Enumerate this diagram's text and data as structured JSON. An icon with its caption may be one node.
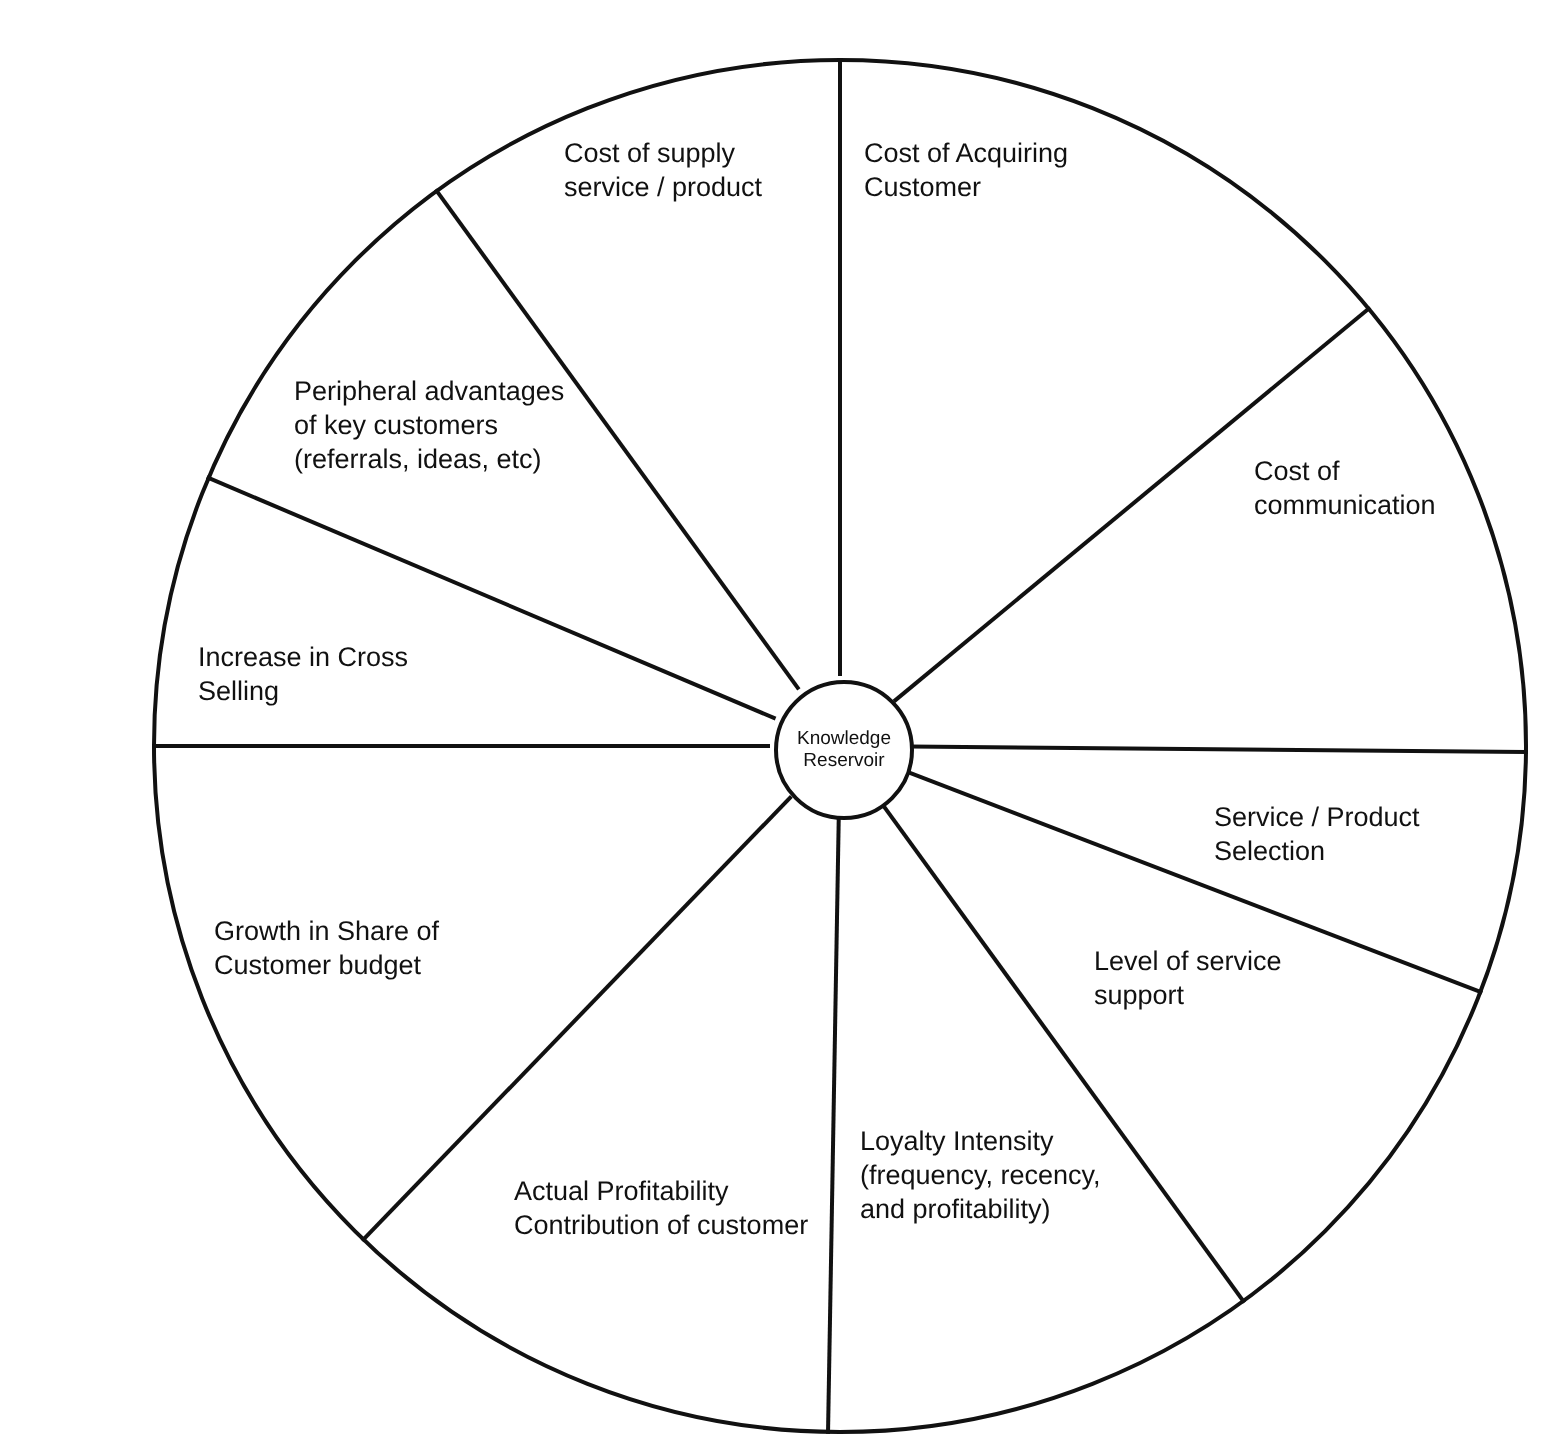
{
  "diagram": {
    "nodes": [
      {
        "text": [],
        "shape": "circle"
      },
      {
        "text": [
          "Knowledge Reservoir"
        ],
        "in": 0
      },
      {
        "text": [
          "Cost of supply service / product"
        ],
        "in": 0
      },
      {
        "text": [
          "Cost of Acquiring Customer"
        ],
        "in": 0
      },
      {
        "text": [
          "Peripheral advantages of key customers (referrals, ideas, etc)"
        ],
        "in": 0
      },
      {
        "text": [
          "Cost of communication"
        ],
        "in": 0
      },
      {
        "text": [
          "Increase in Cross Selling"
        ],
        "in": 0
      },
      {
        "text": [
          "Service / Product Selection"
        ],
        "in": 0
      },
      {
        "text": [
          "Growth in Share of Customer budget"
        ],
        "in": 0
      },
      {
        "text": [
          "Level of service support"
        ],
        "in": 0
      },
      {
        "text": [
          "Actual Profitability Contribution of customer"
        ],
        "in": 0
      },
      {
        "text": [
          "Loyalty Intensity (frequency, recency, and profitability)"
        ],
        "in": 0
      }
    ]
  }
}
